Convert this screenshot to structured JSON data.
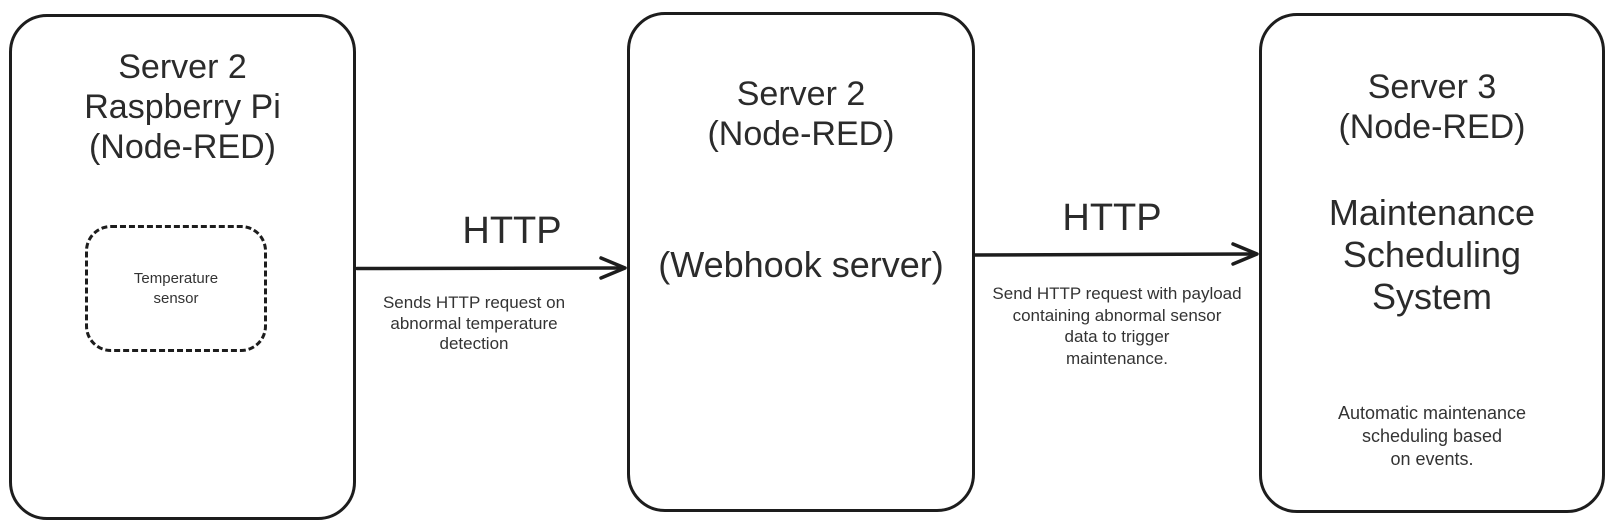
{
  "diagram": {
    "colors": {
      "stroke": "#1d1d1d",
      "text": "#2b2b2b",
      "background": "#ffffff"
    },
    "nodes": [
      {
        "id": "server2-raspberry-pi",
        "title_lines": [
          "Server 2",
          "Raspberry Pi",
          "(Node-RED)"
        ],
        "inner_component": {
          "label_lines": [
            "Temperature",
            "sensor"
          ]
        }
      },
      {
        "id": "server2-webhook",
        "title_lines": [
          "Server 2",
          "(Node-RED)"
        ],
        "subtitle": "(Webhook server)"
      },
      {
        "id": "server3-maintenance",
        "title_lines": [
          "Server 3",
          "(Node-RED)"
        ],
        "subtitle_lines": [
          "Maintenance",
          "Scheduling",
          "System"
        ],
        "note_lines": [
          "Automatic maintenance",
          "scheduling based",
          "on events."
        ]
      }
    ],
    "edges": [
      {
        "id": "edge-pi-to-webhook",
        "label": "HTTP",
        "description_lines": [
          "Sends HTTP request on",
          "abnormal temperature",
          "detection"
        ]
      },
      {
        "id": "edge-webhook-to-scheduler",
        "label": "HTTP",
        "description_lines": [
          "Send HTTP request with payload",
          "containing abnormal sensor",
          "data to trigger",
          "maintenance."
        ]
      }
    ]
  }
}
